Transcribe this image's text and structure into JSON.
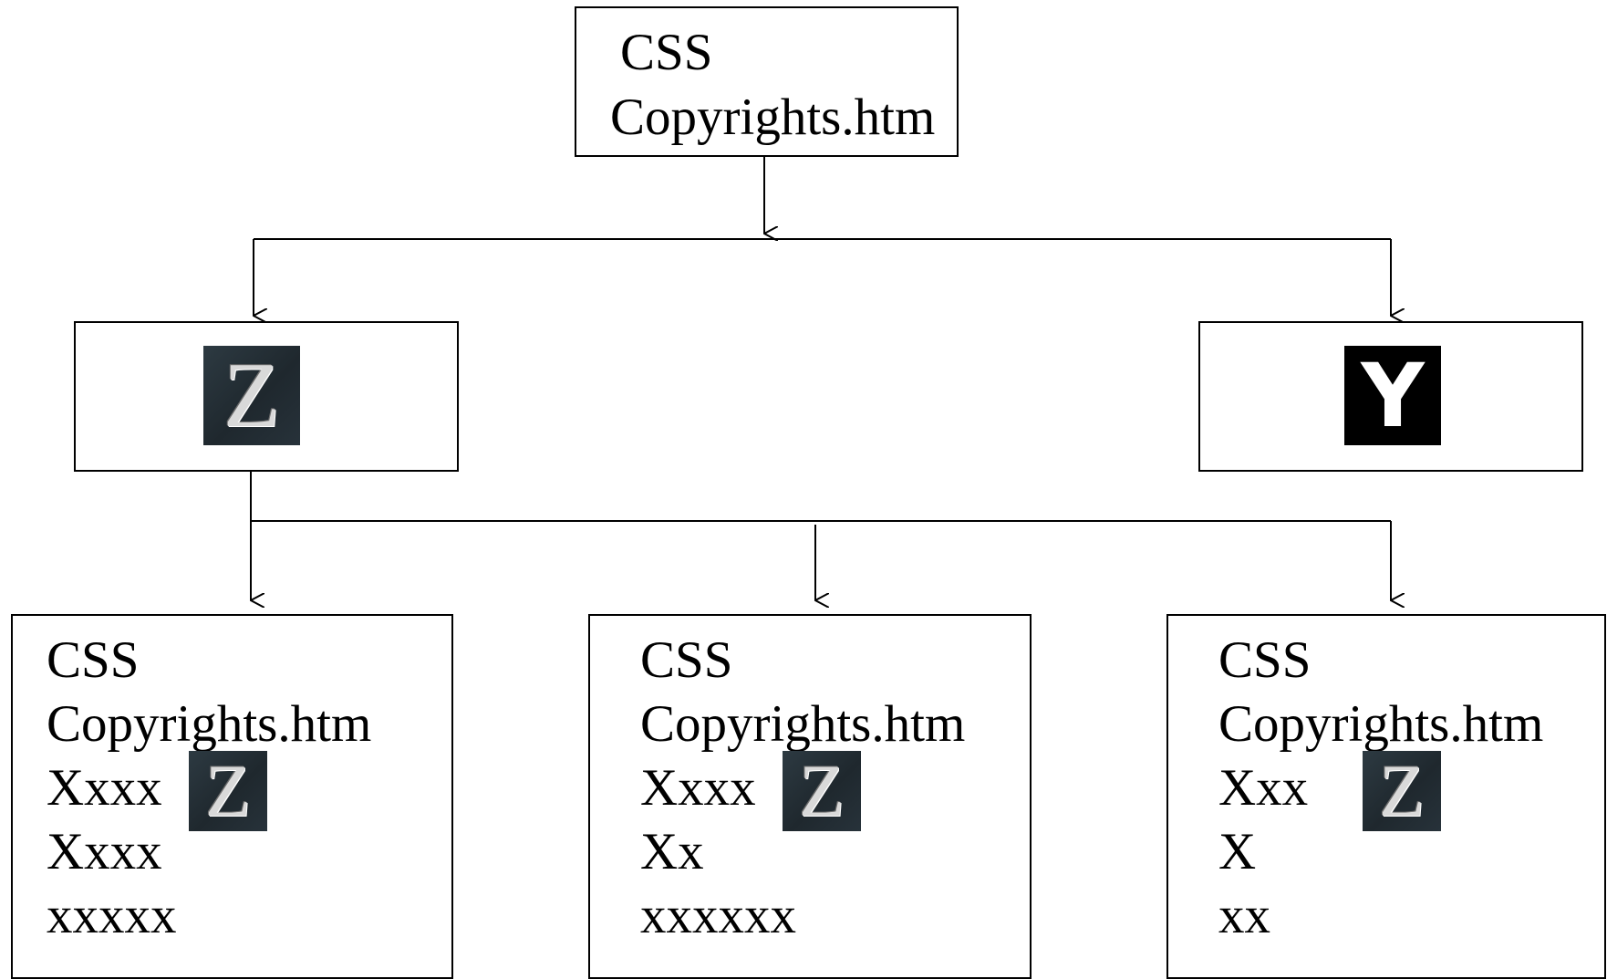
{
  "root": {
    "line1": "CSS",
    "line2": "Copyrights.htm"
  },
  "level2": {
    "left_logo": "Z",
    "right_logo": "Y"
  },
  "children": [
    {
      "line1": "CSS",
      "line2": "Copyrights.htm",
      "line3": "Xxxx",
      "line4": "Xxxx",
      "line5": "xxxxx",
      "logo": "Z"
    },
    {
      "line1": "CSS",
      "line2": "Copyrights.htm",
      "line3": "Xxxx",
      "line4": "Xx",
      "line5": "xxxxxx",
      "logo": "Z"
    },
    {
      "line1": "CSS",
      "line2": "Copyrights.htm",
      "line3": "Xxx",
      "line4": "X",
      "line5": "xx",
      "logo": "Z"
    }
  ],
  "colors": {
    "line": "#000000",
    "z_logo_bg": "#263238",
    "y_logo_bg": "#000000"
  }
}
